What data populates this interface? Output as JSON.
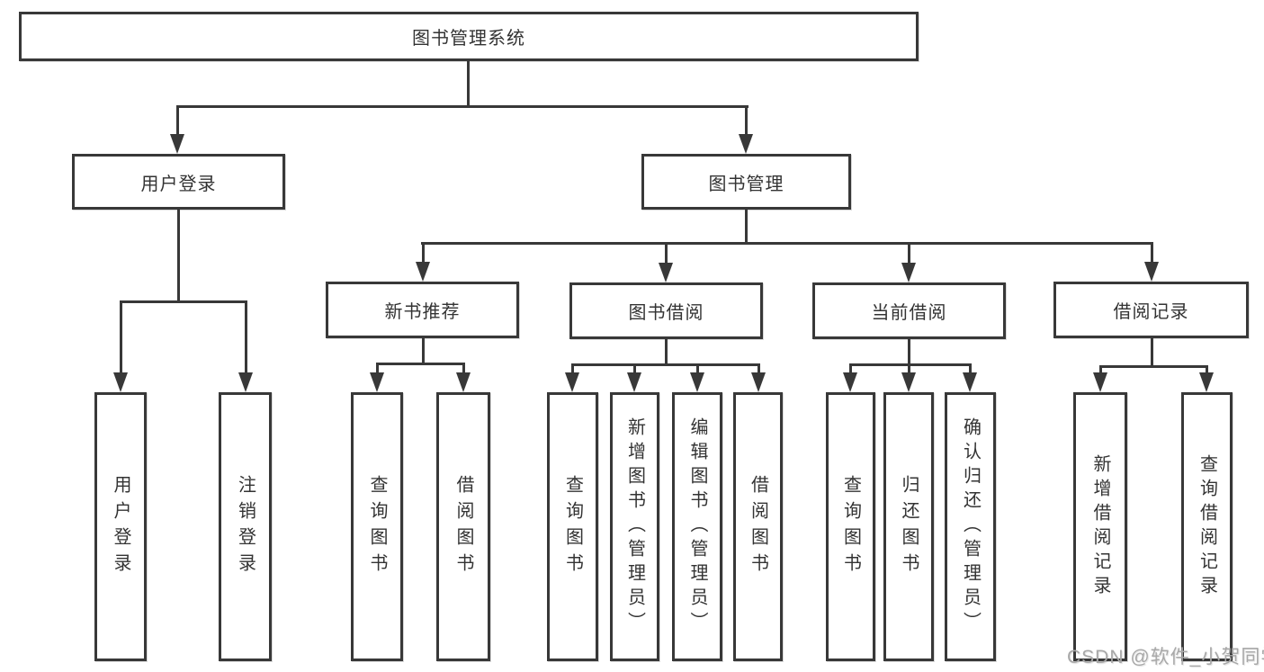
{
  "diagram": {
    "root": {
      "label": "图书管理系统"
    },
    "branches": {
      "user_login": {
        "label": "用户登录",
        "children": [
          {
            "label": "用户登录"
          },
          {
            "label": "注销登录"
          }
        ]
      },
      "book_management": {
        "label": "图书管理",
        "sections": [
          {
            "label": "新书推荐",
            "children": [
              {
                "label": "查询图书"
              },
              {
                "label": "借阅图书"
              }
            ]
          },
          {
            "label": "图书借阅",
            "children": [
              {
                "label": "查询图书"
              },
              {
                "label": "新增图书（管理员）"
              },
              {
                "label": "编辑图书（管理员）"
              },
              {
                "label": "借阅图书"
              }
            ]
          },
          {
            "label": "当前借阅",
            "children": [
              {
                "label": "查询图书"
              },
              {
                "label": "归还图书"
              },
              {
                "label": "确认归还（管理员）"
              }
            ]
          },
          {
            "label": "借阅记录",
            "children": [
              {
                "label": "新增借阅记录"
              },
              {
                "label": "查询借阅记录"
              }
            ]
          }
        ]
      }
    },
    "colors": {
      "line": "#383838",
      "box_background": "#ffffff",
      "text": "#333333",
      "watermark": "#a8a8a8"
    }
  },
  "watermark": {
    "text": "CSDN @软件_小贺同学"
  }
}
